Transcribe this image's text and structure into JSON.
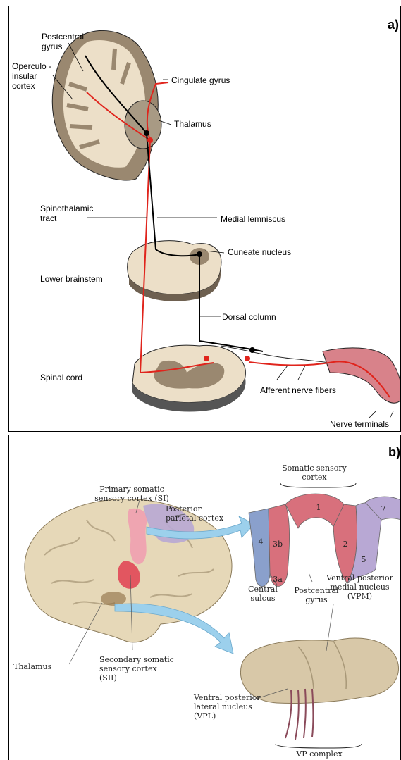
{
  "panel_a": {
    "letter": "a)",
    "labels": {
      "postcentral_gyrus": "Postcentral\ngyrus",
      "operculo_insular_cortex": "Operculo -\ninsular\ncortex",
      "cingulate_gyrus": "Cingulate gyrus",
      "thalamus": "Thalamus",
      "spinothalamic_tract": "Spinothalamic\ntract",
      "medial_lemniscus": "Medial lemniscus",
      "cuneate_nucleus": "Cuneate nucleus",
      "lower_brainstem": "Lower brainstem",
      "dorsal_column": "Dorsal column",
      "spinal_cord": "Spinal cord",
      "afferent_nerve_fibers": "Afferent nerve fibers",
      "nerve_terminals": "Nerve terminals"
    },
    "colors": {
      "pathway_red": "#e0241c",
      "pathway_black": "#000000",
      "grey_matter": "#9a8870",
      "white_matter": "#ecdfc8",
      "skin": "#d8828a"
    }
  },
  "panel_b": {
    "letter": "b)",
    "labels": {
      "primary_somatic_cortex": "Primary somatic\nsensory cortex (SI)",
      "posterior_parietal_cortex": "Posterior\nparietal cortex",
      "somatic_sensory_cortex": "Somatic sensory\ncortex",
      "area_4": "4",
      "area_3b": "3b",
      "area_1": "1",
      "area_2": "2",
      "area_5": "5",
      "area_7": "7",
      "area_3a": "3a",
      "central_sulcus": "Central\nsulcus",
      "postcentral_gyrus": "Postcentral\ngyrus",
      "ventral_posterior_medial": "Ventral posterior\nmedial nucleus\n(VPM)",
      "thalamus": "Thalamus",
      "secondary_somatic_cortex": "Secondary somatic\nsensory cortex\n(SII)",
      "ventral_posterior_lateral": "Ventral posterior\nlateral nucleus\n(VPL)",
      "vp_complex": "VP complex"
    },
    "colors": {
      "area_blue": "#8aa0cc",
      "area_pink": "#d8707c",
      "area_lavender": "#b8a8d4",
      "brain": "#e6d8b8",
      "arrow_blue": "#9cd0ec"
    }
  }
}
